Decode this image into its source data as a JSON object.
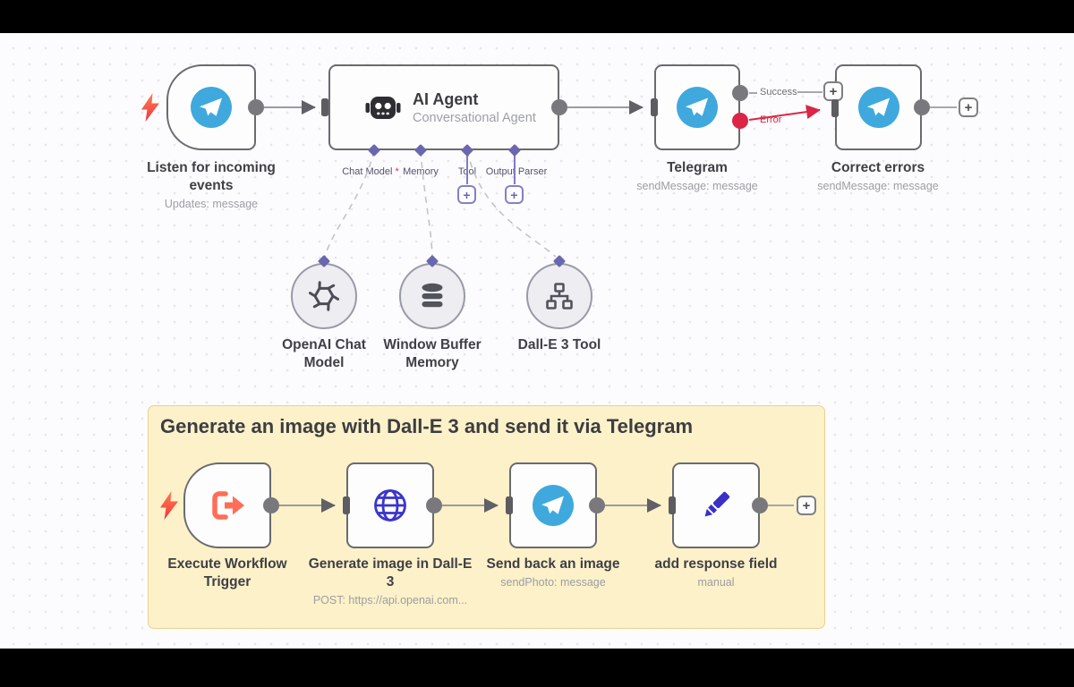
{
  "flow": {
    "trigger": {
      "label": "Listen for incoming events",
      "subtitle": "Updates: message"
    },
    "agent": {
      "title": "AI Agent",
      "subtitle": "Conversational Agent",
      "ports": [
        {
          "label": "Chat Model",
          "required": "*"
        },
        {
          "label": "Memory"
        },
        {
          "label": "Tool"
        },
        {
          "label": "Output Parser"
        }
      ]
    },
    "telegram": {
      "label": "Telegram",
      "subtitle": "sendMessage: message",
      "outputs": {
        "success": "Success",
        "error": "Error"
      }
    },
    "correct_errors": {
      "label": "Correct errors",
      "subtitle": "sendMessage: message"
    }
  },
  "subnodes": [
    {
      "label": "OpenAI Chat Model",
      "icon": "openai-logo-icon"
    },
    {
      "label": "Window Buffer Memory",
      "icon": "database-icon"
    },
    {
      "label": "Dall-E 3 Tool",
      "icon": "org-chart-icon"
    }
  ],
  "sticky": {
    "title": "Generate an image with Dall-E 3 and send it via Telegram",
    "nodes": [
      {
        "label": "Execute Workflow Trigger"
      },
      {
        "label": "Generate image in Dall-E 3",
        "subtitle": "POST: https://api.openai.com..."
      },
      {
        "label": "Send back an image",
        "subtitle": "sendPhoto: message"
      },
      {
        "label": "add response field",
        "subtitle": "manual"
      }
    ]
  },
  "ui": {
    "plus": "+"
  },
  "colors": {
    "telegram_blue": "#3fa9dd",
    "error_red": "#dc2446",
    "success_gray": "#78787d",
    "accent_purple": "#6b67ae",
    "trigger_coral": "#ff6d59",
    "indigo": "#3a30c8",
    "sticky_bg": "#fcf1c9",
    "node_border": "#6a6a70"
  }
}
